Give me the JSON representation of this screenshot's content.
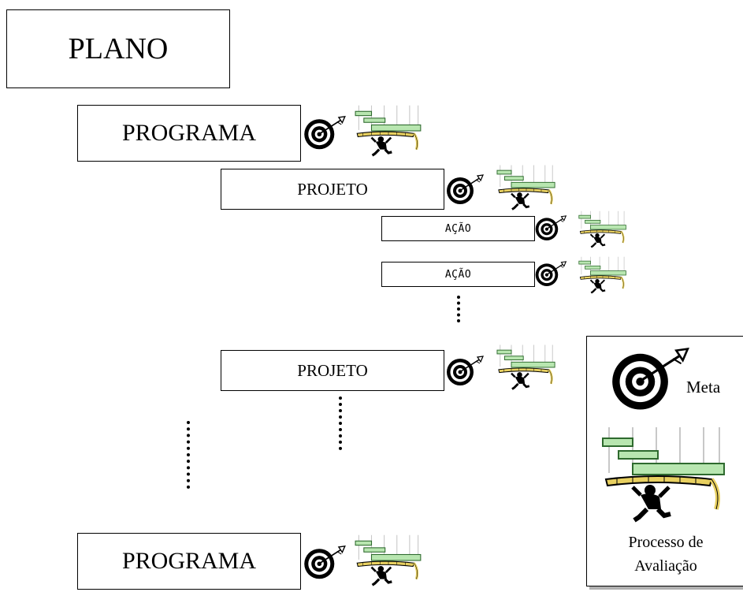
{
  "plan": {
    "label": "PLANO"
  },
  "programs": [
    {
      "label": "PROGRAMA"
    },
    {
      "label": "PROGRAMA"
    }
  ],
  "projects": [
    {
      "label": "PROJETO"
    },
    {
      "label": "PROJETO"
    }
  ],
  "actions": [
    {
      "label": "AÇÃO"
    },
    {
      "label": "AÇÃO"
    }
  ],
  "legend": {
    "meta_label": "Meta",
    "process_label": "Processo de\nAvaliação",
    "meta_icon": "target-icon",
    "process_icon": "evaluation-process-icon"
  },
  "colors": {
    "bar_green": "#b8e6b0",
    "bar_edge": "#2e6a2e",
    "ruler": "#e8d060"
  }
}
